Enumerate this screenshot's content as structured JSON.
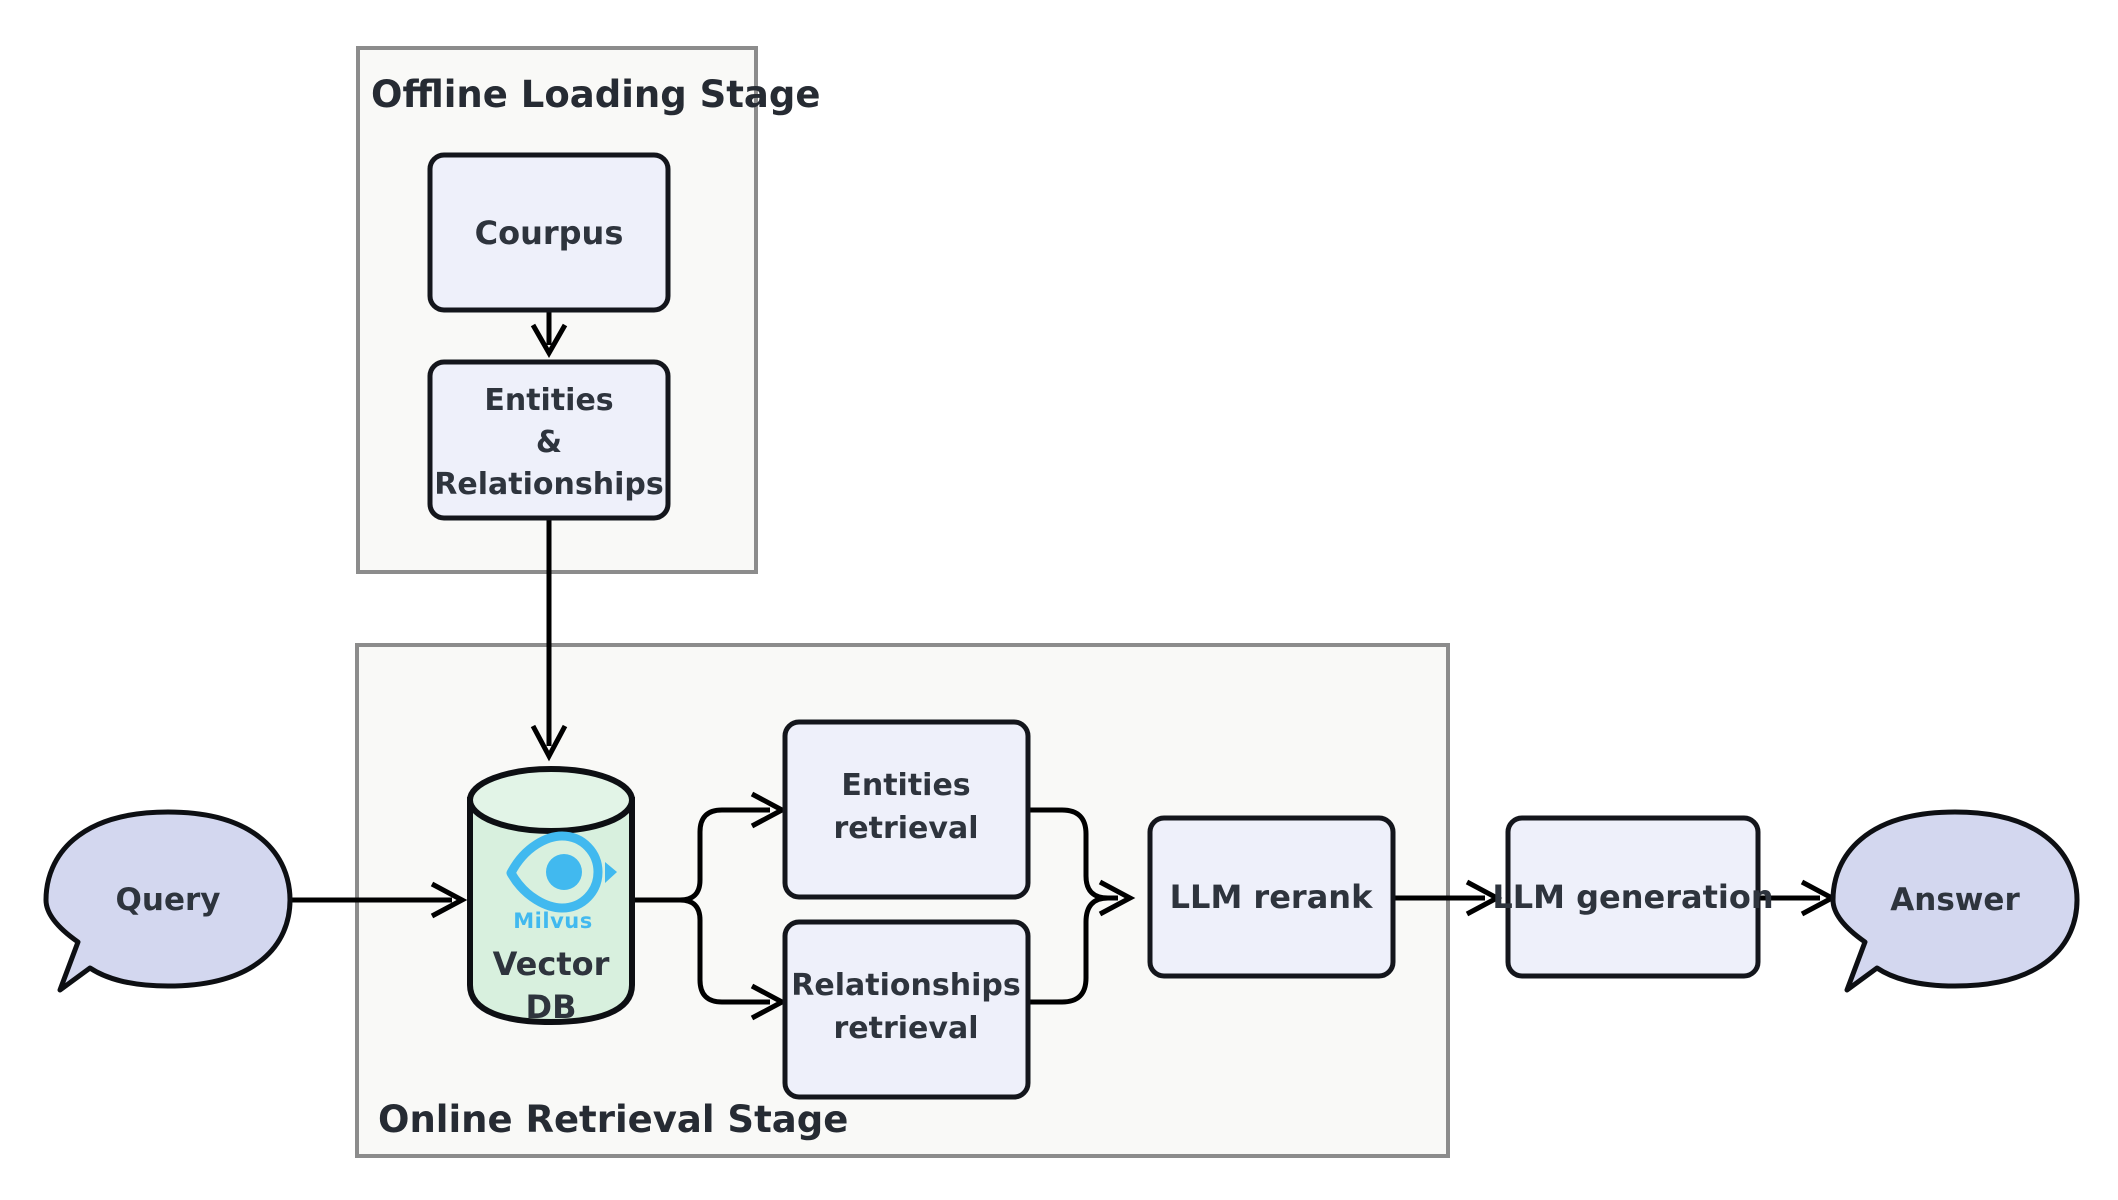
{
  "diagram": {
    "title": "Offline Loading / Online Retrieval RAG pipeline",
    "colors": {
      "canvas_background": "#ffffff",
      "cluster_fill": "#f9f9f7",
      "cluster_border": "#8c8c8c",
      "node_fill": "#eef0fa",
      "node_border": "#14161c",
      "bubble_fill": "#d3d7ef",
      "cylinder_fill": "#d8f0de",
      "milvus_brand": "#41b9ef",
      "text": "#2e343d",
      "edge": "#000000"
    }
  },
  "clusters": [
    {
      "id": "offline",
      "label": "Offline Loading Stage",
      "label_position": "top-left"
    },
    {
      "id": "online",
      "label": "Online Retrieval Stage",
      "label_position": "bottom-left"
    }
  ],
  "nodes": {
    "courpus": {
      "label": "Courpus",
      "shape": "rounded-rect",
      "cluster": "offline"
    },
    "entities_relationships": {
      "label_lines": [
        "Entities",
        "&",
        "Relationships"
      ],
      "shape": "rounded-rect",
      "cluster": "offline"
    },
    "query": {
      "label": "Query",
      "shape": "speech-bubble",
      "cluster": null
    },
    "vector_db": {
      "label_lines": [
        "Vector",
        "DB"
      ],
      "shape": "cylinder",
      "cluster": "online",
      "brand": "Milvus",
      "brand_icon": "milvus-eye-icon"
    },
    "entities_retrieval": {
      "label_lines": [
        "Entities",
        "retrieval"
      ],
      "shape": "rounded-rect",
      "cluster": "online"
    },
    "relationships_retrieval": {
      "label_lines": [
        "Relationships",
        "retrieval"
      ],
      "shape": "rounded-rect",
      "cluster": "online"
    },
    "llm_rerank": {
      "label": "LLM rerank",
      "shape": "rounded-rect",
      "cluster": "online"
    },
    "llm_generation": {
      "label": "LLM generation",
      "shape": "rounded-rect",
      "cluster": null
    },
    "answer": {
      "label": "Answer",
      "shape": "speech-bubble",
      "cluster": null
    }
  },
  "edges": [
    {
      "from": "courpus",
      "to": "entities_relationships",
      "direction": "down",
      "arrow": true
    },
    {
      "from": "entities_relationships",
      "to": "vector_db",
      "direction": "down",
      "arrow": true
    },
    {
      "from": "query",
      "to": "vector_db",
      "direction": "right",
      "arrow": true
    },
    {
      "from": "vector_db",
      "to": "entities_retrieval",
      "direction": "right-split-up",
      "arrow": true
    },
    {
      "from": "vector_db",
      "to": "relationships_retrieval",
      "direction": "right-split-down",
      "arrow": true
    },
    {
      "from": "entities_retrieval",
      "to": "llm_rerank",
      "direction": "right-merge-down",
      "arrow": true
    },
    {
      "from": "relationships_retrieval",
      "to": "llm_rerank",
      "direction": "right-merge-up",
      "arrow": true
    },
    {
      "from": "llm_rerank",
      "to": "llm_generation",
      "direction": "right",
      "arrow": true
    },
    {
      "from": "llm_generation",
      "to": "answer",
      "direction": "right",
      "arrow": true
    }
  ]
}
